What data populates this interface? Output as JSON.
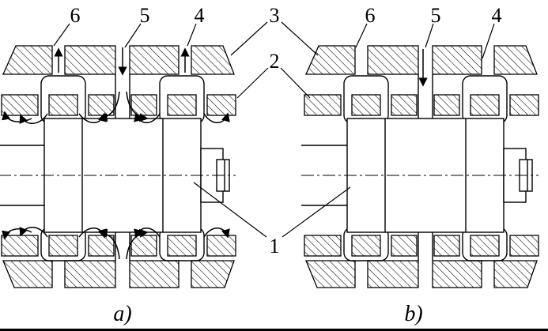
{
  "colors": {
    "ink": "#000000",
    "paper": "#ffffff"
  },
  "figure": {
    "type": "bearing-seal-cross-section-diagram",
    "callouts": {
      "a6": "6",
      "a5": "5",
      "a4": "4",
      "c3": "3",
      "c2": "2",
      "c1": "1",
      "b6": "6",
      "b5": "5",
      "b4": "4"
    },
    "captions": {
      "a": "a)",
      "b": "b)"
    }
  }
}
